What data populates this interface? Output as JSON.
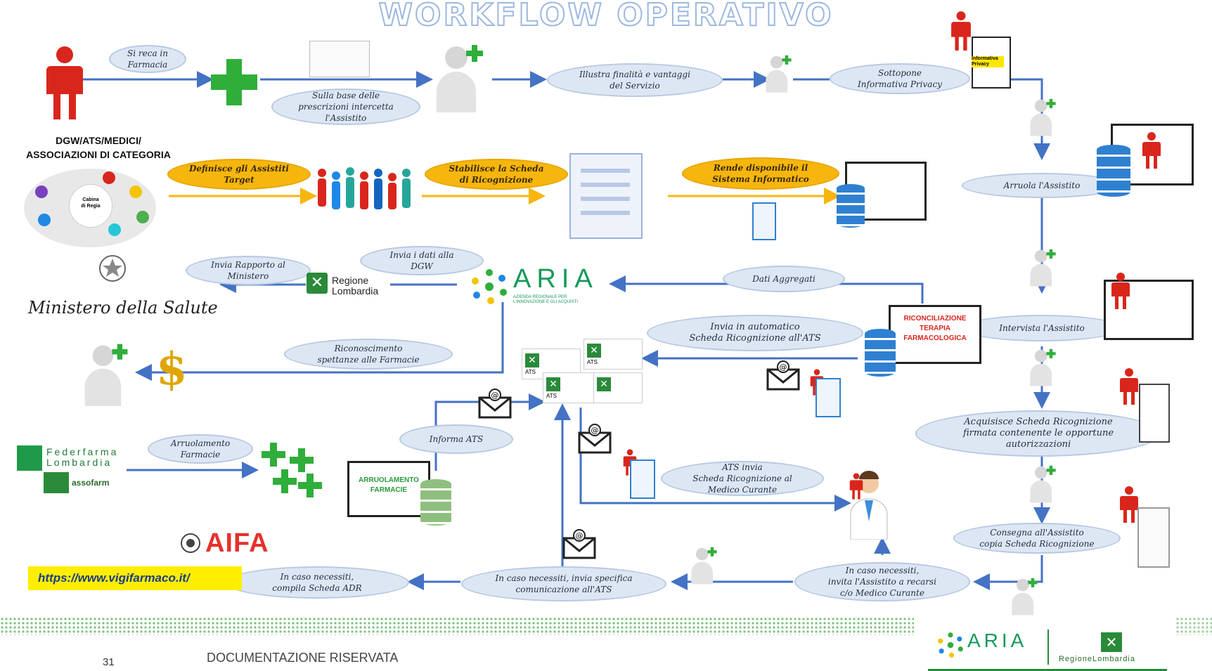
{
  "title": "WORKFLOW OPERATIVO",
  "actors": {
    "dgw": "DGW/ATS/MEDICI/\nASSOCIAZIONI DI CATEGORIA",
    "cabina": "Cabina\ndi Regia",
    "ministero": "Ministero della Salute",
    "federfarma": "Federfarma\nLombardia",
    "assofarm": "assofarm",
    "aria_logo": "ARIA",
    "aria_sub": "AZIENDA REGIONALE PER\nL'INNOVAZIONE E GLI ACQUISTI",
    "regione": "Regione\nLombardia",
    "aifa": "AIFA",
    "vigi_url": "https://www.vigifarmaco.it/"
  },
  "steps": {
    "s1": "Si reca in\nFarmacia",
    "s2": "Sulla base delle\nprescrizioni intercetta\nl'Assistito",
    "s3": "Illustra finalità e vantaggi\ndel Servizio",
    "s4": "Sottopone\nInformativa Privacy",
    "s5": "Arruola l'Assistito",
    "s6": "Intervista l'Assistito",
    "s7": "Acquisisce Scheda Ricognizione\nfirmata contenente le opportune\nautorizzazioni",
    "s8": "Consegna all'Assistito\ncopia Scheda Ricognizione",
    "s9": "In caso necessiti,\ninvita l'Assistito a recarsi\nc/o Medico Curante",
    "s10": "In caso necessiti, invia specifica\ncomunicazione all'ATS",
    "s11": "In caso necessiti,\ncompila Scheda ADR",
    "y1": "Definisce gli Assistiti\nTarget",
    "y2": "Stabilisce la Scheda\ndi Ricognizione",
    "y3": "Rende disponibile il\nSistema Informatico",
    "r1": "Invia Rapporto al\nMinistero",
    "r2": "Invia i dati alla\nDGW",
    "r3": "Dati Aggregati",
    "r4": "Invia in automatico\nScheda Ricognizione all'ATS",
    "r5": "Riconoscimento\nspettanze alle Farmacie",
    "r6": "Arruolamento\nFarmacie",
    "r7": "Informa ATS",
    "r8": "ATS invia\nScheda Ricognizione al\nMedico Curante"
  },
  "boxes": {
    "privacy": "Informativa\nPrivacy",
    "riconciliazione": "RICONCILIAZIONE\nTERAPIA\nFARMACOLOGICA",
    "arruolamento": "ARRUOLAMENTO\nFARMACIE",
    "ats": "ATS"
  },
  "footer": {
    "page": "31",
    "text": "DOCUMENTAZIONE  RISERVATA",
    "aria": "ARIA",
    "regione": "RegioneLombardia"
  },
  "colors": {
    "arrow_blue": "#4472c4",
    "arrow_yellow": "#f7b60e",
    "person_red": "#d9261c",
    "pharmacy_green": "#2fae3a",
    "oval_fill": "#dde7f3"
  }
}
